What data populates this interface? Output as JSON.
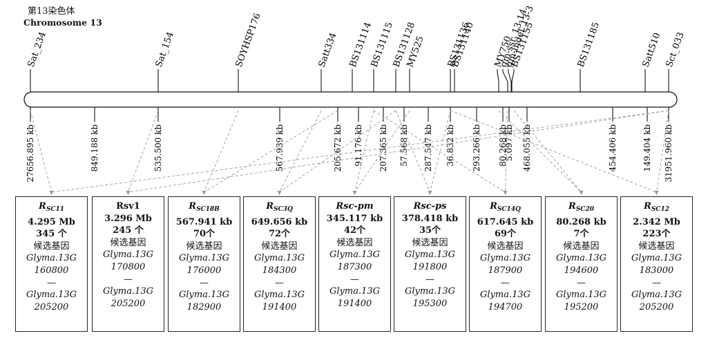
{
  "title": {
    "zh": "第13染色体",
    "en": "Chromosome 13"
  },
  "markers": [
    "Sat_234",
    "Sat_154",
    "SOYHSP176",
    "Satt334",
    "BS131114",
    "BS131115",
    "BS131128",
    "MY525",
    "BS131136",
    "BS131140",
    "MY750",
    "gm-ssr_13-14",
    "gm-indel_13-3",
    "BS131155",
    "BS131185",
    "Satt510",
    "Sct_033"
  ],
  "distances": [
    "27656.895 kb",
    "849.188 kb",
    "535.500 kb",
    "567.939 kb",
    "205.672 kb",
    "91.176 kb",
    "207.365 kb",
    "57.568 kb",
    "287.547 kb",
    "36.832 kb",
    "293.266 kb",
    "80.268 kb",
    "5.097 kb",
    "468.055 kb",
    "454.406 kb",
    "149.404 kb",
    "31951.960 kb"
  ],
  "loci": [
    {
      "main": "R",
      "sub": "SC11",
      "italic_main": true,
      "size": "4.295 Mb",
      "count": "345 个",
      "label": "候选基因",
      "gene_prefix": "Glyma.13G",
      "gene_start": "160800",
      "dash": "—",
      "gene_end": "205200"
    },
    {
      "main": "Rsv1",
      "sub": "",
      "italic_main": false,
      "size": "3.296 Mb",
      "count": "245 个",
      "label": "候选基因",
      "gene_prefix": "Glyma.13G",
      "gene_start": "170800",
      "dash": "—",
      "gene_end": "205200"
    },
    {
      "main": "R",
      "sub": "SC18B",
      "italic_main": true,
      "size": "567.941 kb",
      "count": "70个",
      "label": "候选基因",
      "gene_prefix": "Glyma.13G",
      "gene_start": "176000",
      "dash": "—",
      "gene_end": "182900"
    },
    {
      "main": "R",
      "sub": "SC3Q",
      "italic_main": true,
      "size": "649.656 kb",
      "count": "72个",
      "label": "候选基因",
      "gene_prefix": "Glyma.13G",
      "gene_start": "184300",
      "dash": "—",
      "gene_end": "191400"
    },
    {
      "main": "Rsc-pm",
      "sub": "",
      "italic_main": true,
      "size": "345.117 kb",
      "count": "42个",
      "label": "候选基因",
      "gene_prefix": "Glyma.13G",
      "gene_start": "187300",
      "dash": "—",
      "gene_end": "191400"
    },
    {
      "main": "Rsc-ps",
      "sub": "",
      "italic_main": true,
      "size": "378.418 kb",
      "count": "35个",
      "label": "候选基因",
      "gene_prefix": "Glyma.13G",
      "gene_start": "191800",
      "dash": "—",
      "gene_end": "195300"
    },
    {
      "main": "R",
      "sub": "SC14Q",
      "italic_main": true,
      "size": "617.645 kb",
      "count": "69个",
      "label": "候选基因",
      "gene_prefix": "Glyma.13G",
      "gene_start": "187900",
      "dash": "—",
      "gene_end": "194700"
    },
    {
      "main": "R",
      "sub": "SC20",
      "italic_main": true,
      "size": "80.268 kb",
      "count": "7个",
      "label": "候选基因",
      "gene_prefix": "Glyma.13G",
      "gene_start": "194600",
      "dash": "—",
      "gene_end": "195200"
    },
    {
      "main": "R",
      "sub": "SC12",
      "italic_main": true,
      "size": "2.342 Mb",
      "count": "223个",
      "label": "候选基因",
      "gene_prefix": "Glyma.13G",
      "gene_start": "183000",
      "dash": "—",
      "gene_end": "205200"
    }
  ]
}
